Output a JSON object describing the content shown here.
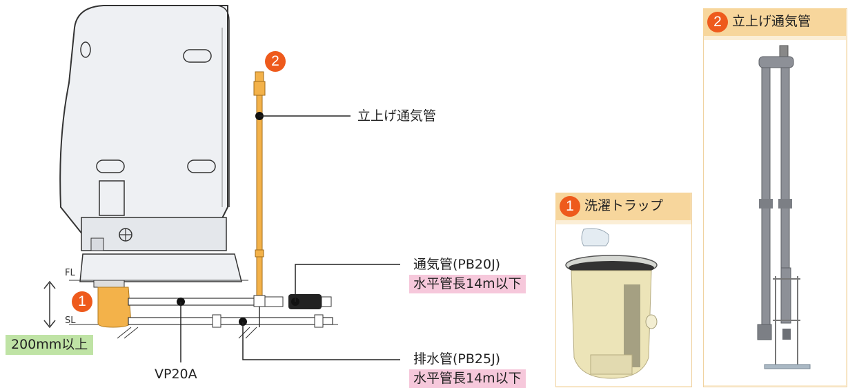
{
  "labels": {
    "vent_pipe": "立上げ通気管",
    "air_pipe": "通気管(PB20J)",
    "air_pipe_length": "水平管長14m以下",
    "drain_pipe": "排水管(PB25J)",
    "drain_pipe_length": "水平管長14m以下",
    "height": "200mm以上",
    "vp": "VP20A",
    "fl": "FL",
    "sl": "SL"
  },
  "badges": {
    "trap": "1",
    "vent": "2"
  },
  "panels": {
    "trap": {
      "number": "1",
      "title": "洗濯トラップ"
    },
    "vent": {
      "number": "2",
      "title": "立上げ通気管"
    }
  },
  "colors": {
    "badge": "#ee5a1c",
    "pipe_orange": "#f3b24a",
    "panel_bg": "#fbeed6",
    "panel_head": "#f7d69c",
    "pink_box": "#f6c8db",
    "green_box": "#bfe3a5"
  }
}
